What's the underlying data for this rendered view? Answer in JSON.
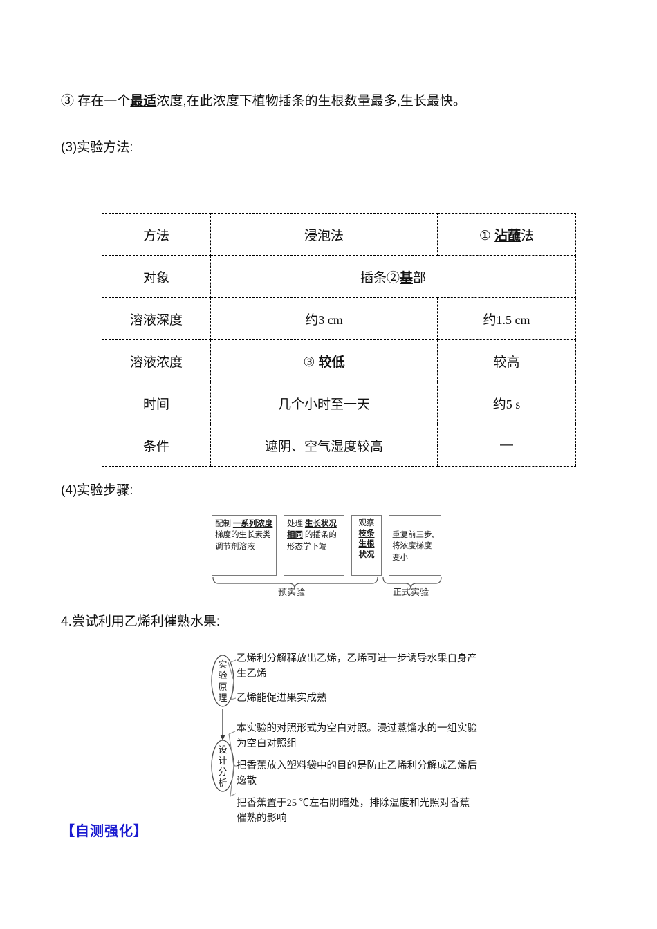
{
  "document": {
    "point3": {
      "prefix": "③ 存在一个",
      "emph": "最适",
      "suffix": "浓度,在此浓度下植物插条的生根数量最多,生长最快。"
    },
    "section_3_label": "(3)实验方法:",
    "section_4_label": "(4)实验步骤:",
    "section_heading_4": "4.尝试利用乙烯利催熟水果:",
    "self_test_heading": "【自测强化】"
  },
  "method_table": {
    "rows": [
      {
        "label": "方法",
        "col2": "浸泡法",
        "col3_prefix": "① ",
        "col3_emph": "沾蘸",
        "col3_suffix": "法",
        "merged": false
      },
      {
        "label": "对象",
        "merged": true,
        "merged_prefix": "插条②",
        "merged_emph": "基",
        "merged_suffix": "部"
      },
      {
        "label": "溶液深度",
        "col2_prefix": "约",
        "col2_value": "3 cm",
        "col3_prefix": "约",
        "col3_value": "1.5 cm",
        "merged": false
      },
      {
        "label": "溶液浓度",
        "col2_prefix": "③ ",
        "col2_emph": "较低",
        "col3": "较高",
        "merged": false
      },
      {
        "label": "时间",
        "col2": "几个小时至一天",
        "col3_prefix": "约",
        "col3_value": "5 s",
        "merged": false
      },
      {
        "label": "条件",
        "col2": "遮阴、空气湿度较高",
        "col3": "—",
        "merged": false
      }
    ]
  },
  "step_flow": {
    "boxes": [
      {
        "p1": "配制 ",
        "emph": "一系列浓度",
        "p2": " 梯度的生长素类调节剂溶液"
      },
      {
        "p1": "处理 ",
        "emph": "生长状况相同",
        "p2": " 的插条的形态学下端"
      },
      {
        "p1": "观察",
        "emph": "枝条生根状况",
        "p2": ""
      },
      {
        "p1": "重复前三步,将浓度梯度变小",
        "emph": "",
        "p2": ""
      }
    ],
    "brace_labels": [
      "预实验",
      "正式实验"
    ]
  },
  "ethylene": {
    "nodes": [
      {
        "label": "实验原理",
        "chars": "实\n验\n原\n理"
      },
      {
        "label": "设计分析",
        "chars": "设\n计\n分\n析"
      }
    ],
    "principle_lines": [
      "乙烯利分解释放出乙烯，乙烯可进一步诱导水果自身产生乙烯",
      "乙烯能促进果实成熟"
    ],
    "analysis_lines": [
      "本实验的对照形式为空白对照。浸过蒸馏水的一组实验为空白对照组",
      "把香蕉放入塑料袋中的目的是防止乙烯利分解成乙烯后逸散",
      "把香蕉置于25 ℃左右阴暗处，排除温度和光照对香蕉催熟的影响"
    ]
  },
  "colors": {
    "text": "#111111",
    "blue_heading": "#1a1ad0",
    "box_border": "#7a7a7a",
    "table_border": "#000000"
  }
}
